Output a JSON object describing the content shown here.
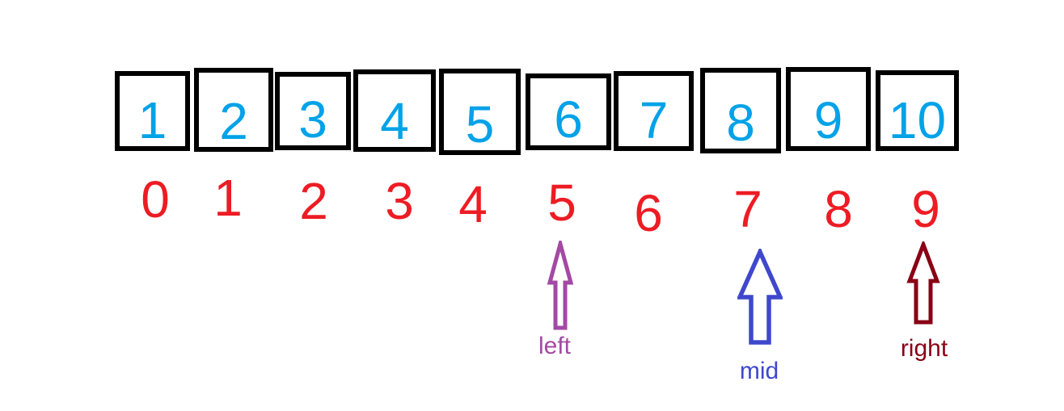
{
  "diagram": {
    "description": "binary search array diagram",
    "array": {
      "values": [
        "1",
        "2",
        "3",
        "4",
        "5",
        "6",
        "7",
        "8",
        "9",
        "10"
      ],
      "value_color": "#00A2E8",
      "box_border_color": "#000000"
    },
    "indices": {
      "values": [
        "0",
        "1",
        "2",
        "3",
        "4",
        "5",
        "6",
        "7",
        "8",
        "9"
      ],
      "color": "#ED1C24"
    },
    "pointers": [
      {
        "label": "left",
        "at_index": "5",
        "color": "#A349A4"
      },
      {
        "label": "mid",
        "at_index": "7",
        "color": "#3F48CC"
      },
      {
        "label": "right",
        "at_index": "9",
        "color": "#880015"
      }
    ]
  }
}
